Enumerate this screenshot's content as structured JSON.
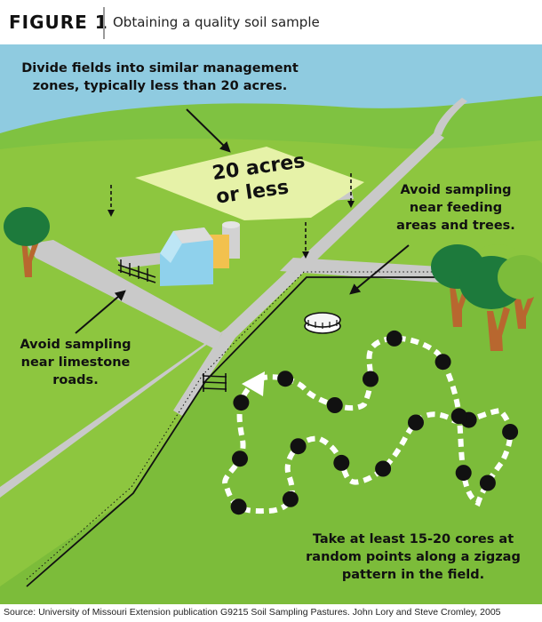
{
  "header": {
    "figure_label": "FIGURE 1",
    "title": "Obtaining a quality soil sample"
  },
  "callouts": {
    "zones": "Divide fields into similar management zones, typically less than 20 acres.",
    "plot_label_line1": "20 acres",
    "plot_label_line2": "or less",
    "feeding": "Avoid sampling near feeding areas and trees.",
    "roads": "Avoid sampling near limestone roads.",
    "cores": "Take at least 15-20 cores at random points along a zigzag pattern in the field."
  },
  "source": "Source: University of Missouri Extension publication G9215 Soil Sampling Pastures. John Lory and Steve Cromley, 2005",
  "colors": {
    "sky": "#8fcbe0",
    "hill": "#7fc241",
    "field": "#8dc63f",
    "road": "#c9c9c9",
    "plot": "#e6f2a8",
    "tree_foliage": "#1d7a3c",
    "tree_trunk": "#b8672f",
    "barn": "#8fd1ec",
    "path": "#ffffff"
  },
  "sample_points_count": 18
}
